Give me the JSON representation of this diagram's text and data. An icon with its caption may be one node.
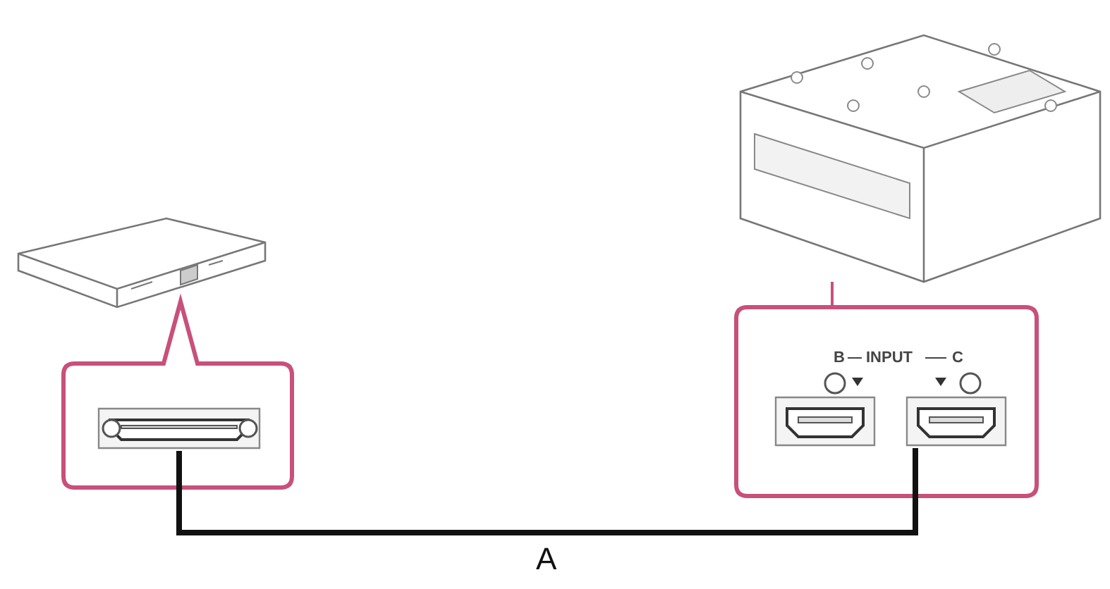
{
  "diagram": {
    "nodes": [
      {
        "text": [],
        "shape": "picture"
      },
      {
        "text": [],
        "shape": "box"
      },
      {
        "text": [],
        "shape": "box",
        "in": 1
      },
      {
        "text": [],
        "shape": "picture"
      },
      {
        "text": [],
        "shape": "box"
      },
      {
        "text": [],
        "shape": "box",
        "in": 4
      },
      {
        "text": [],
        "shape": "box",
        "in": 4
      }
    ],
    "edges": [
      {
        "from": 3,
        "to": 4,
        "arrow": "none",
        "color": "#c8507a"
      },
      {
        "from": 2,
        "to": 6,
        "arrow": "none",
        "label": "A",
        "style": "thick",
        "color": "#111111"
      }
    ],
    "labels": [
      "B",
      "INPUT",
      "C"
    ]
  }
}
